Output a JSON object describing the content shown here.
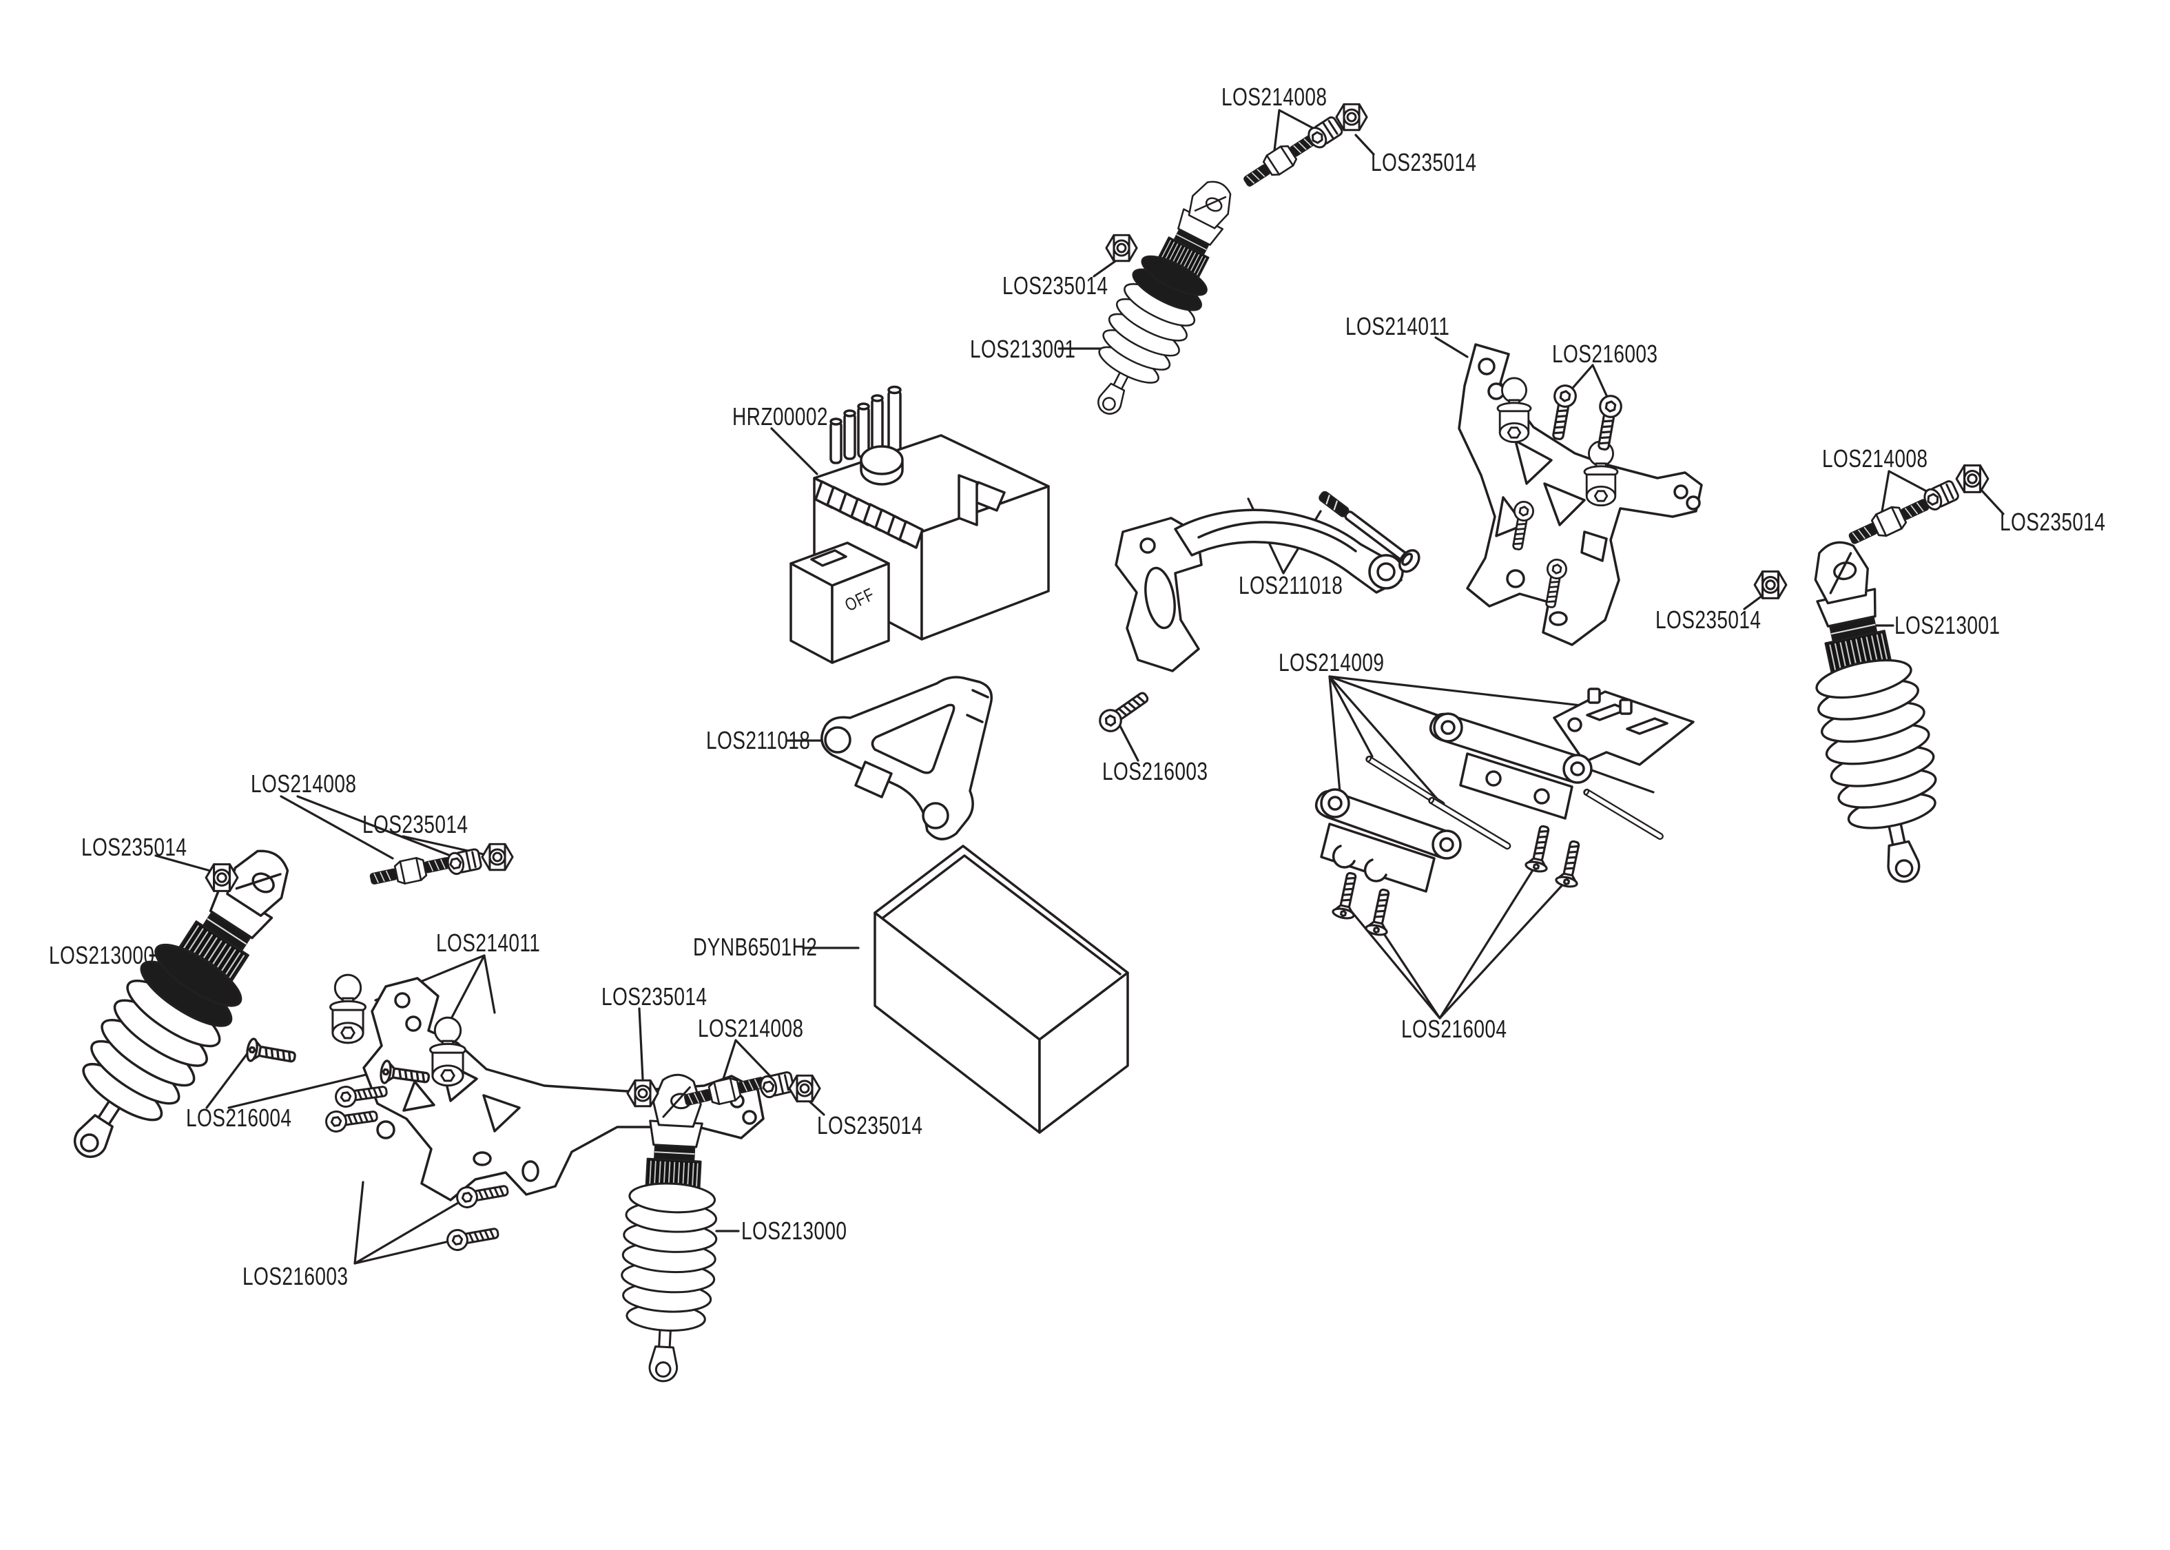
{
  "page": {
    "background": "#ffffff"
  },
  "colors": {
    "line": "#231f20",
    "dark_fill": "#1b1b1b",
    "text": "#1d1d1f"
  },
  "esc": {
    "switch_label": "OFF"
  },
  "labels": [
    {
      "id": "los214008-top",
      "text": "LOS214008"
    },
    {
      "id": "los235014-top-right",
      "text": "LOS235014"
    },
    {
      "id": "los235014-top-mid",
      "text": "LOS235014"
    },
    {
      "id": "los213001-top",
      "text": "LOS213001"
    },
    {
      "id": "hrz00002",
      "text": "HRZ00002"
    },
    {
      "id": "los214011-right",
      "text": "LOS214011"
    },
    {
      "id": "los216003-right",
      "text": "LOS216003"
    },
    {
      "id": "los214008-right",
      "text": "LOS214008"
    },
    {
      "id": "los235014-right",
      "text": "LOS235014"
    },
    {
      "id": "los213001-right",
      "text": "LOS213001"
    },
    {
      "id": "los211018-top",
      "text": "LOS211018"
    },
    {
      "id": "los235014-mid-right",
      "text": "LOS235014"
    },
    {
      "id": "los214009",
      "text": "LOS214009"
    },
    {
      "id": "los211018-left",
      "text": "LOS211018"
    },
    {
      "id": "los216003-center",
      "text": "LOS216003"
    },
    {
      "id": "los214008-left",
      "text": "LOS214008"
    },
    {
      "id": "los235014-far-left",
      "text": "LOS235014"
    },
    {
      "id": "los235014-left",
      "text": "LOS235014"
    },
    {
      "id": "los213000-left",
      "text": "LOS213000"
    },
    {
      "id": "los214011-left",
      "text": "LOS214011"
    },
    {
      "id": "dynb6501h2",
      "text": "DYNB6501H2"
    },
    {
      "id": "los235014-center",
      "text": "LOS235014"
    },
    {
      "id": "los214008-center",
      "text": "LOS214008"
    },
    {
      "id": "los235014-center2",
      "text": "LOS235014"
    },
    {
      "id": "los216004-left",
      "text": "LOS216004"
    },
    {
      "id": "los216003-left",
      "text": "LOS216003"
    },
    {
      "id": "los213000-center",
      "text": "LOS213000"
    },
    {
      "id": "los216004-right",
      "text": "LOS216004"
    }
  ]
}
